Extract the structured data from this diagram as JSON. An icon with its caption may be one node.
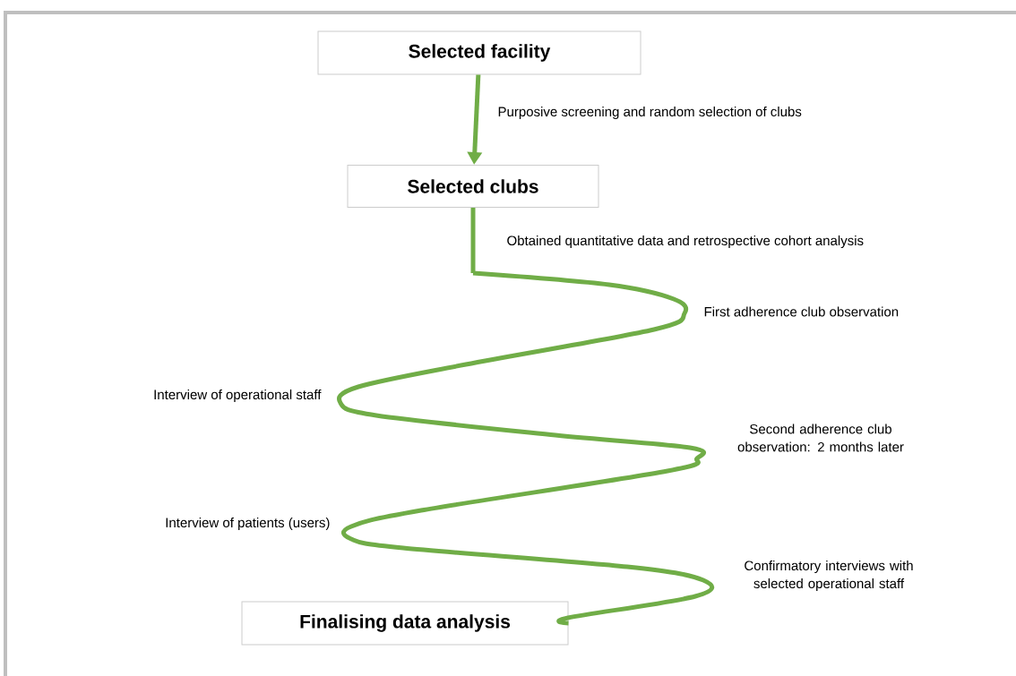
{
  "diagram": {
    "nodes": [
      {
        "text": [
          "Selected facility"
        ]
      },
      {
        "text": [
          "Selected clubs"
        ]
      },
      {
        "text": [
          "Finalising data analysis"
        ]
      }
    ],
    "edges": [
      {
        "from": 0,
        "to": 1,
        "arrow": "to",
        "label": "Purposive screening and random selection of clubs"
      },
      {
        "from": 1,
        "to": 2,
        "arrow": "none"
      }
    ],
    "labels": [
      "Obtained quantitative data and retrospective cohort analysis",
      "First adherence club observation",
      "Interview of operational staff",
      "Second adherence club observation: 2 months later",
      "Interview of patients (users)",
      "Confirmatory interviews with selected operational staff"
    ]
  }
}
